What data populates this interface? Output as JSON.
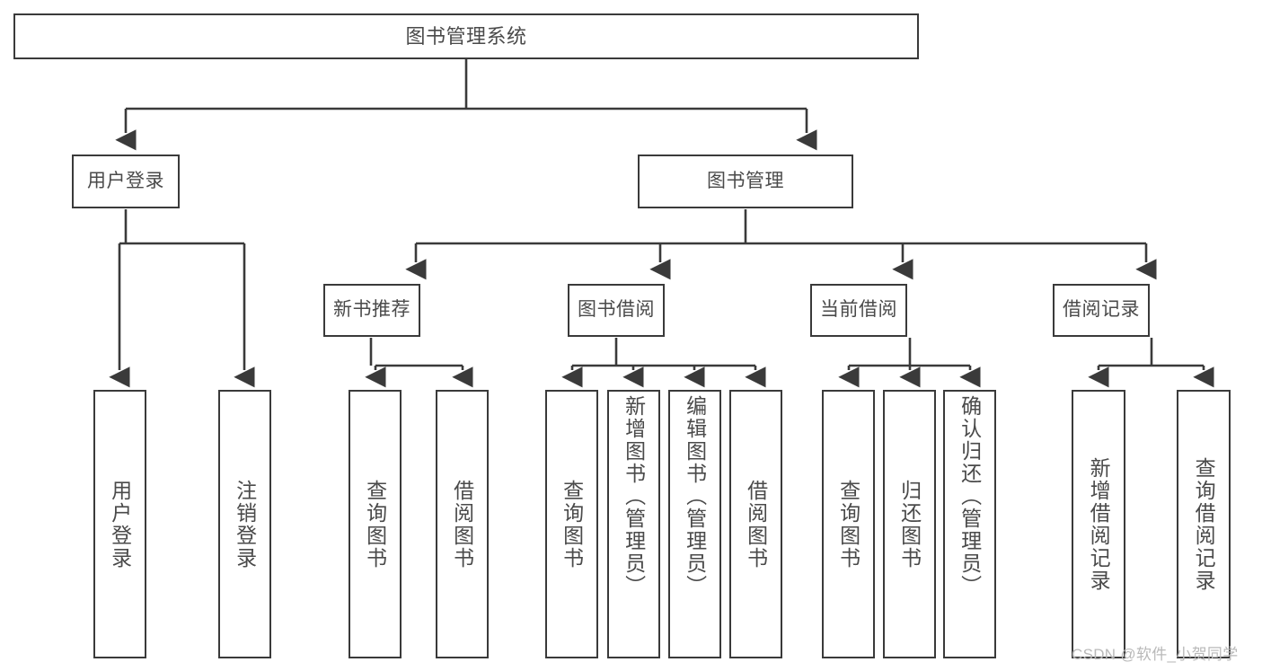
{
  "diagram": {
    "title": "图书管理系统",
    "type": "tree-hierarchy-diagram",
    "root": {
      "id": "root",
      "label": "图书管理系统"
    },
    "level2": [
      {
        "id": "user-login",
        "label": "用户登录"
      },
      {
        "id": "book-manage",
        "label": "图书管理"
      }
    ],
    "level3": [
      {
        "id": "new-book-recommend",
        "label": "新书推荐"
      },
      {
        "id": "book-borrow",
        "label": "图书借阅"
      },
      {
        "id": "current-borrow",
        "label": "当前借阅"
      },
      {
        "id": "borrow-record",
        "label": "借阅记录"
      }
    ],
    "leaves": {
      "user_login": [
        {
          "id": "leaf-user-login",
          "label": "用户登录"
        },
        {
          "id": "leaf-logout-login",
          "label": "注销登录"
        }
      ],
      "new_book_recommend": [
        {
          "id": "leaf-query-book-1",
          "label": "查询图书"
        },
        {
          "id": "leaf-borrow-book-1",
          "label": "借阅图书"
        }
      ],
      "book_borrow": [
        {
          "id": "leaf-query-book-2",
          "label": "查询图书"
        },
        {
          "id": "leaf-add-book",
          "label": "新增图书（管理员）"
        },
        {
          "id": "leaf-edit-book",
          "label": "编辑图书（管理员）"
        },
        {
          "id": "leaf-borrow-book-2",
          "label": "借阅图书"
        }
      ],
      "current_borrow": [
        {
          "id": "leaf-query-book-3",
          "label": "查询图书"
        },
        {
          "id": "leaf-return-book",
          "label": "归还图书"
        },
        {
          "id": "leaf-confirm-return",
          "label": "确认归还（管理员）"
        }
      ],
      "borrow_record": [
        {
          "id": "leaf-add-record",
          "label": "新增借阅记录"
        },
        {
          "id": "leaf-query-record",
          "label": "查询借阅记录"
        }
      ]
    },
    "colors": {
      "stroke": "#3a3a3a",
      "fill": "#ffffff",
      "text": "#4a4a4a",
      "watermark": "#b9b9b9"
    }
  },
  "watermark": {
    "text": "CSDN @软件_小贺同学"
  }
}
